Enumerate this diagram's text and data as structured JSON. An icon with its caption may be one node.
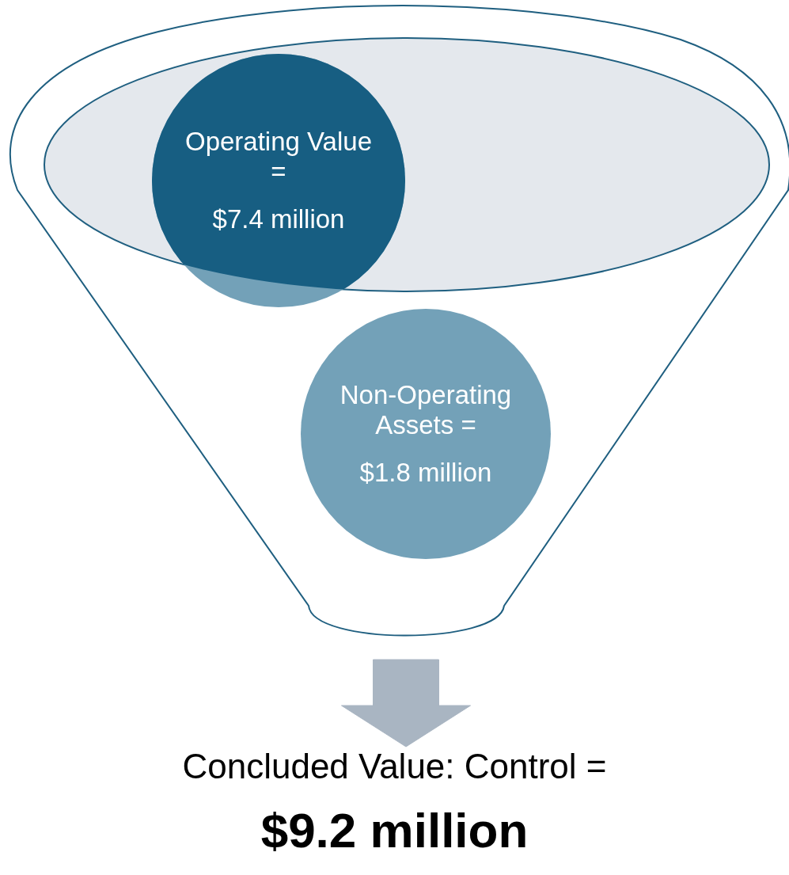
{
  "diagram": {
    "nodes": [
      {
        "text": [],
        "shape": "funnel"
      },
      {
        "text": [
          "Operating Value =",
          "$7.4 million"
        ],
        "in": 0
      },
      {
        "text": [
          "Non-Operating Assets =",
          "$1.8 million"
        ],
        "in": 0
      },
      {
        "text": [
          "Concluded Value: Control =",
          "$9.2 million"
        ]
      }
    ],
    "edges": [
      {
        "from": 0,
        "to": 3,
        "arrow": "to",
        "style": "thick",
        "color": "#a9b5c2"
      }
    ]
  }
}
